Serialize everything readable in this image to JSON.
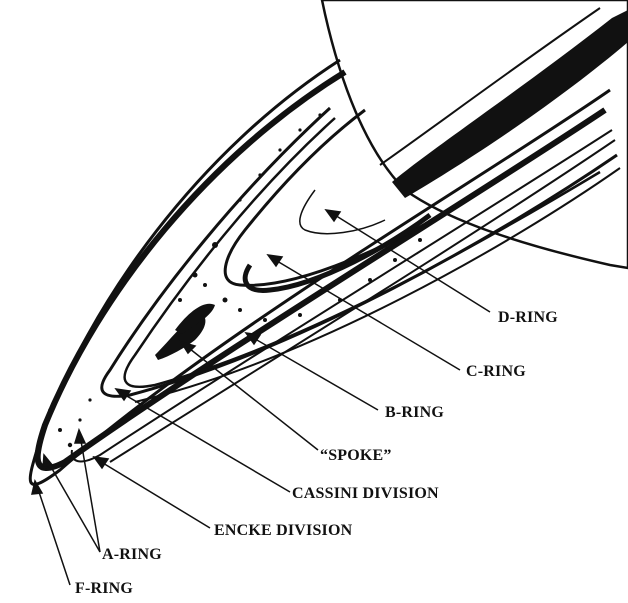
{
  "labels": {
    "d_ring": "D-RING",
    "c_ring": "C-RING",
    "b_ring": "B-RING",
    "spoke": "“SPOKE”",
    "cassini": "CASSINI DIVISION",
    "encke": "ENCKE DIVISION",
    "a_ring": "A-RING",
    "f_ring": "F-RING"
  }
}
